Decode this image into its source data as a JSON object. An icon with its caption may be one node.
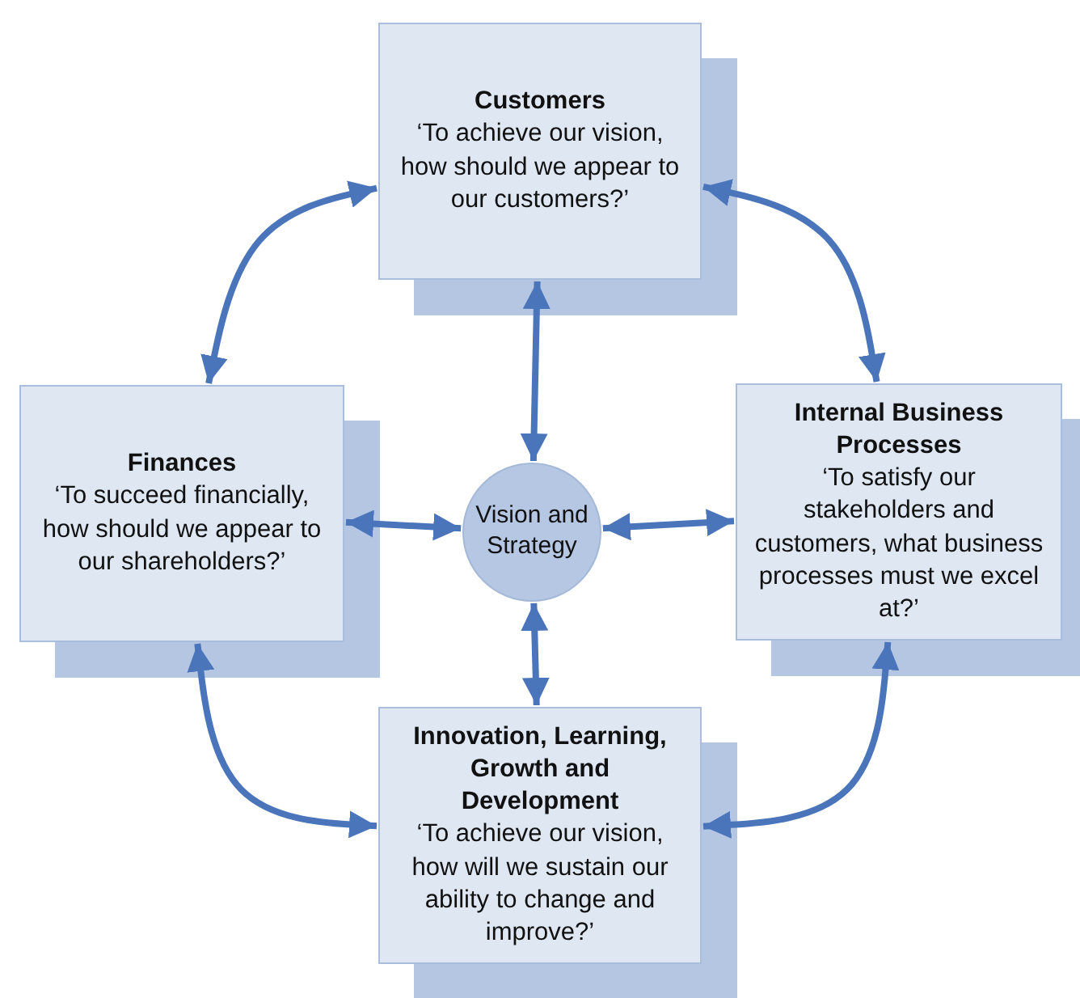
{
  "diagram": {
    "nodes": [
      {
        "text": [
          "Customers",
          "‘To achieve our vision, how should we appear to our customers?’"
        ]
      },
      {
        "text": [
          "Finances",
          "‘To succeed financially, how should we appear to our shareholders?’"
        ]
      },
      {
        "text": [
          "Vision and Strategy"
        ]
      },
      {
        "text": [
          "Internal Business Processes",
          "‘To satisfy our stakeholders and customers, what business processes must we excel at?’"
        ]
      },
      {
        "text": [
          "Innovation, Learning, Growth and Development",
          "‘To achieve our vision, how will we sustain our ability to change and improve?’"
        ]
      }
    ],
    "edges": [
      {
        "from": 2,
        "to": 0,
        "arrow": "both"
      },
      {
        "from": 2,
        "to": 1,
        "arrow": "both"
      },
      {
        "from": 2,
        "to": 3,
        "arrow": "both"
      },
      {
        "from": 2,
        "to": 4,
        "arrow": "both"
      },
      {
        "from": 0,
        "to": 1,
        "arrow": "both"
      },
      {
        "from": 0,
        "to": 3,
        "arrow": "both"
      },
      {
        "from": 1,
        "to": 4,
        "arrow": "both"
      },
      {
        "from": 3,
        "to": 4,
        "arrow": "both"
      }
    ]
  }
}
